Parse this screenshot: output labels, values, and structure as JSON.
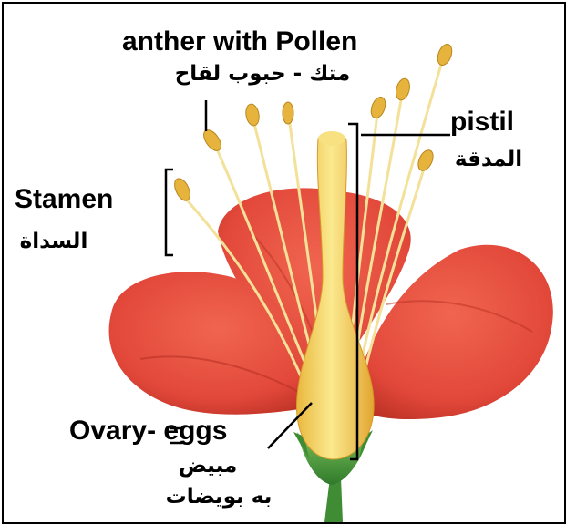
{
  "labels": {
    "anther_en": "anther with Pollen",
    "anther_ar": "متك - حبوب لقاح",
    "pistil_en": "pistil",
    "pistil_ar": "المدقة",
    "stamen_en": "Stamen",
    "stamen_ar": "السداة",
    "ovary_en": "Ovary- eggs",
    "ovary_ar_1": "مبيض",
    "ovary_ar_2": "به بويضات"
  },
  "colors": {
    "petal": "#e8503f",
    "petal_shadow": "#b72f25",
    "pistil": "#f6d66a",
    "stamen_filament": "#f3e19a",
    "anther": "#e6b33c",
    "sepal": "#4f9b3f",
    "line": "#000000"
  }
}
